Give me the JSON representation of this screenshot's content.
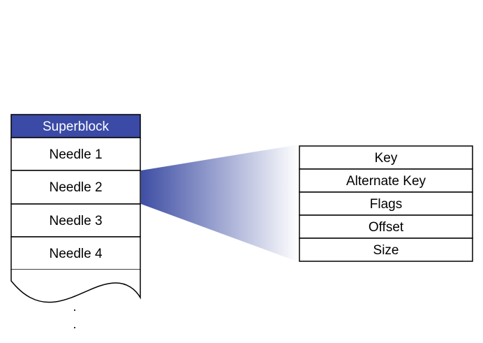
{
  "store": {
    "header_label": "Superblock",
    "needles": [
      {
        "label": "Needle 1"
      },
      {
        "label": "Needle 2"
      },
      {
        "label": "Needle 3"
      },
      {
        "label": "Needle 4"
      }
    ],
    "continuation": [
      ".",
      "."
    ]
  },
  "needle_detail": {
    "fields": [
      {
        "label": "Key"
      },
      {
        "label": "Alternate Key"
      },
      {
        "label": "Flags"
      },
      {
        "label": "Offset"
      },
      {
        "label": "Size"
      }
    ]
  },
  "colors": {
    "header_fill": "#3a4aa6",
    "gradient_start": "#3e4ea4",
    "gradient_end": "#ffffff",
    "border": "#000000"
  }
}
